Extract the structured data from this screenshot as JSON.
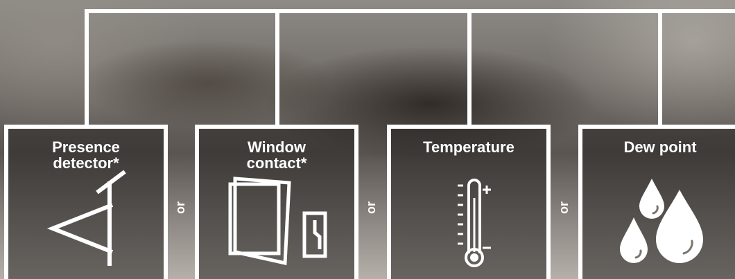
{
  "colors": {
    "line": "#ffffff",
    "card_border": "#ffffff",
    "text": "#ffffff"
  },
  "options": [
    {
      "title": "Presence\ndetector*",
      "icon": "presence-detector-icon"
    },
    {
      "title": "Window\ncontact*",
      "icon": "window-contact-icon"
    },
    {
      "title": "Temperature",
      "icon": "thermometer-icon"
    },
    {
      "title": "Dew point",
      "icon": "dew-drops-icon"
    }
  ],
  "connectors": [
    "or",
    "or",
    "or"
  ]
}
